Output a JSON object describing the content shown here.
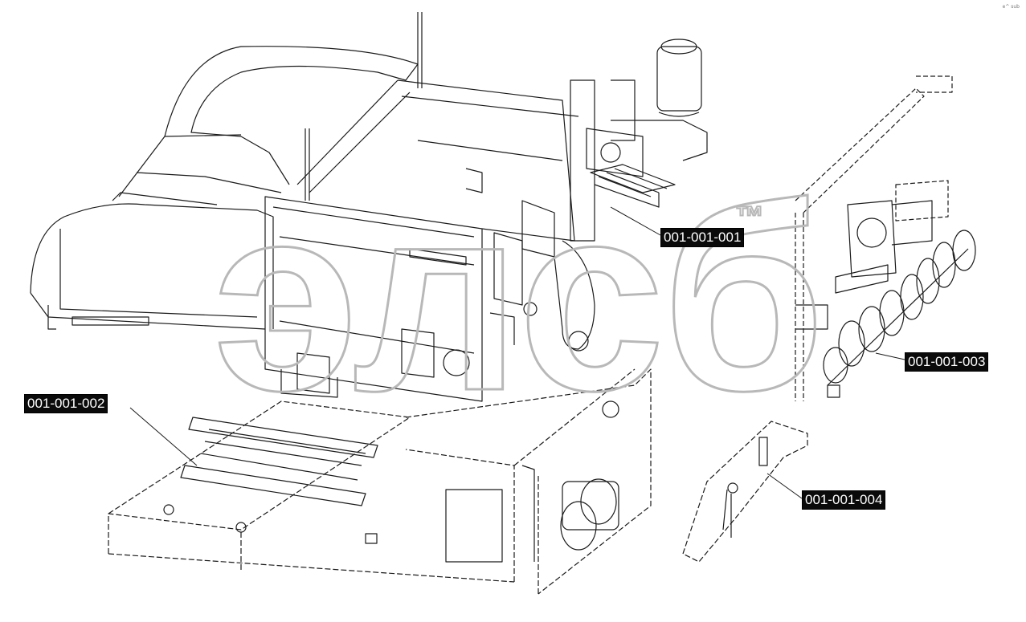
{
  "diagram": {
    "callouts": [
      {
        "id": "c1",
        "label": "001-001-001"
      },
      {
        "id": "c2",
        "label": "001-001-002"
      },
      {
        "id": "c3",
        "label": "001-001-003"
      },
      {
        "id": "c4",
        "label": "001-001-004"
      }
    ]
  },
  "watermark": {
    "text": "элсб",
    "trademark": "™"
  },
  "corner_mark": "e^ sub"
}
